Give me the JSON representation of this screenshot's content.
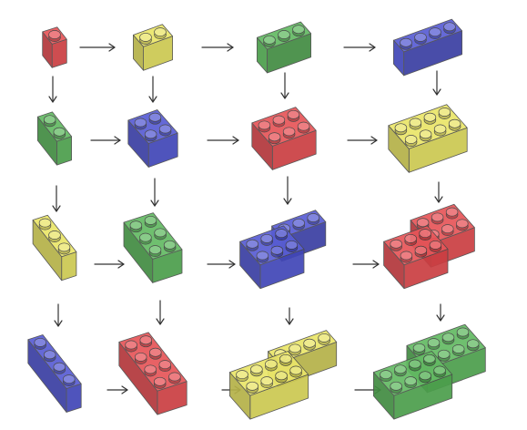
{
  "colors": {
    "red": "#e5464b",
    "yellow": "#e8e35c",
    "green": "#55b455",
    "blue": "#4a4fd0"
  },
  "grid": [
    [
      {
        "color": "red",
        "studs": [
          1,
          1
        ],
        "orientation": "left"
      },
      {
        "color": "yellow",
        "studs": [
          2,
          1
        ],
        "orientation": "right"
      },
      {
        "color": "green",
        "studs": [
          3,
          1
        ],
        "orientation": "right"
      },
      {
        "color": "blue",
        "studs": [
          4,
          1
        ],
        "orientation": "right"
      }
    ],
    [
      {
        "color": "green",
        "studs": [
          2,
          1
        ],
        "orientation": "left"
      },
      {
        "color": "blue",
        "studs": [
          2,
          2
        ],
        "orientation": "right"
      },
      {
        "color": "red",
        "studs": [
          3,
          2
        ],
        "orientation": "right"
      },
      {
        "color": "yellow",
        "studs": [
          4,
          2
        ],
        "orientation": "right"
      }
    ],
    [
      {
        "color": "yellow",
        "studs": [
          3,
          1
        ],
        "orientation": "left"
      },
      {
        "color": "green",
        "studs": [
          3,
          2
        ],
        "orientation": "left"
      },
      {
        "color": "blue",
        "studs": [
          [
            3,
            2
          ],
          [
            3,
            1
          ]
        ],
        "orientation": "pair"
      },
      {
        "color": "red",
        "studs": [
          [
            3,
            2
          ],
          [
            3,
            2
          ]
        ],
        "orientation": "pair"
      }
    ],
    [
      {
        "color": "blue",
        "studs": [
          4,
          1
        ],
        "orientation": "left"
      },
      {
        "color": "red",
        "studs": [
          4,
          2
        ],
        "orientation": "left"
      },
      {
        "color": "yellow",
        "studs": [
          [
            4,
            2
          ],
          [
            4,
            1
          ]
        ],
        "orientation": "pair"
      },
      {
        "color": "green",
        "studs": [
          [
            4,
            2
          ],
          [
            4,
            2
          ]
        ],
        "orientation": "pair"
      }
    ]
  ]
}
